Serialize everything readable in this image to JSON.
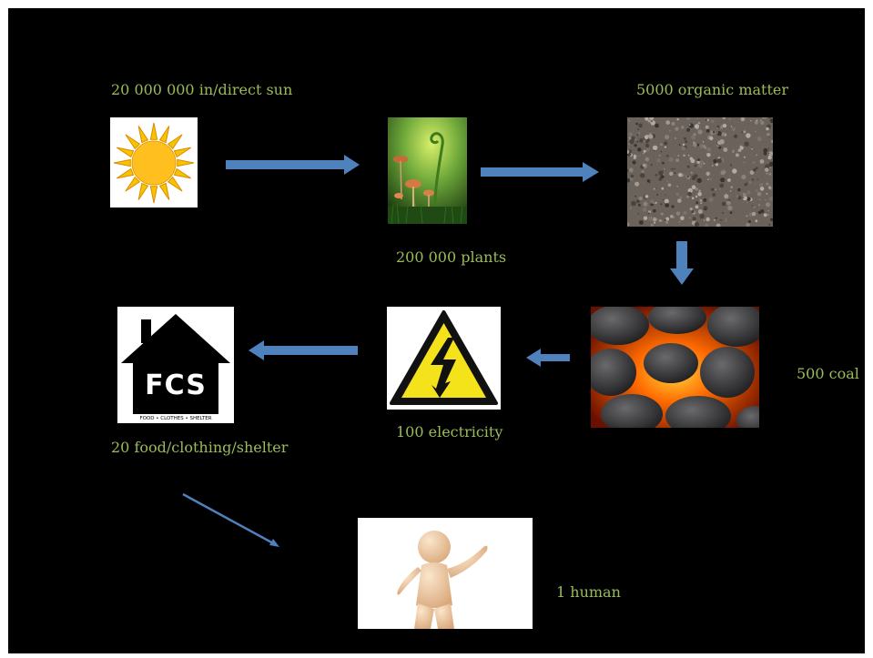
{
  "colors": {
    "background": "#000000",
    "label_text": "#9bbb59",
    "arrow": "#4f81bd"
  },
  "nodes": {
    "sun": {
      "label": "20 000 000 in/direct sun",
      "icon": "sun-icon"
    },
    "plants": {
      "label": "200 000 plants",
      "icon": "plants-photo"
    },
    "organic": {
      "label": "5000 organic matter",
      "icon": "soil-photo"
    },
    "coal": {
      "label": "500 coal",
      "icon": "burning-coal-photo"
    },
    "electricity": {
      "label": "100 electricity",
      "icon": "high-voltage-warning-icon"
    },
    "fcs": {
      "label": "20 food/clothing/shelter",
      "icon": "house-logo-icon"
    },
    "human": {
      "label": "1 human",
      "icon": "human-figure-icon"
    }
  },
  "logo": {
    "monogram": "FCS",
    "subtitle": "FOOD • CLOTHES • SHELTER"
  },
  "flow": [
    "sun",
    "plants",
    "organic",
    "coal",
    "electricity",
    "fcs",
    "human"
  ]
}
